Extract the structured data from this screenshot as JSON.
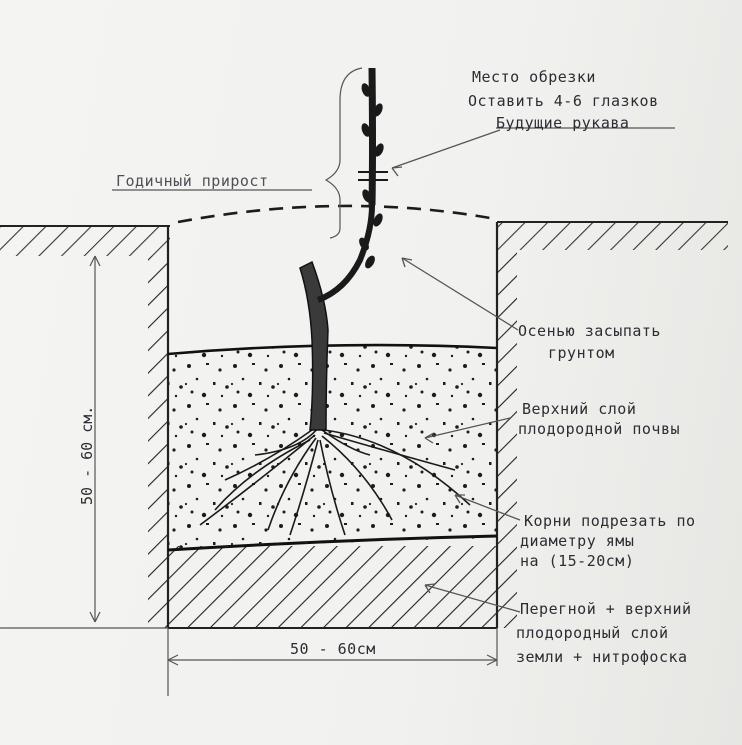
{
  "labels": {
    "pruning_line1": "Место обрезки",
    "pruning_line2": "Оставить 4-6 глазков",
    "pruning_line3": "Будущие рукава",
    "annual_growth": "Годичный прирост",
    "autumn_line1": "Осенью засыпать",
    "autumn_line2": "грунтом",
    "topsoil_line1": "Верхний слой",
    "topsoil_line2": "плодородной почвы",
    "roots_line1": "Корни подрезать по",
    "roots_line2": "диаметру ямы",
    "roots_line3": "на (15-20см)",
    "humus_line1": "Перегной + верхний",
    "humus_line2": "плодородный слой",
    "humus_line3": "земли + нитрофоска",
    "depth_dimension": "50 - 60 см.",
    "width_dimension": "50 - 60см"
  }
}
